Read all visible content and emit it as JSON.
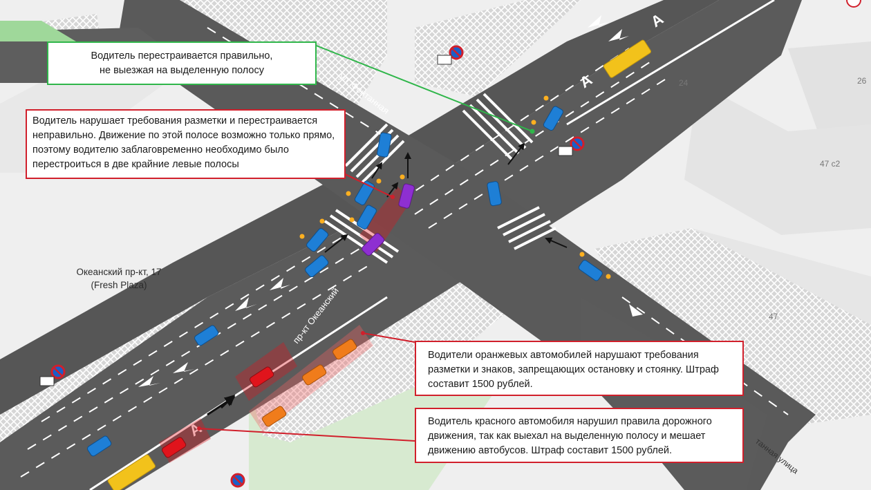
{
  "callouts": {
    "green": "Водитель перестраивается правильно,\nне выезжая на выделенную полосу",
    "purple": "Водитель нарушает требования разметки и перестраивается неправильно. Движение по этой полосе возможно только прямо, поэтому водителю заблаговременно необходимо было перестроиться в две крайние левые полосы",
    "orange": "Водители оранжевых автомобилей нарушают требования разметки и знаков, запрещающих остановку и стоянку. Штраф составит 1500 рублей.",
    "red": "Водитель красного автомобиля нарушил правила дорожного движения, так как выехал на выделенную полосу и мешает движению автобусов. Штраф составит 1500 рублей."
  },
  "labels": {
    "place_name": "Океанский пр-кт, 17",
    "place_sub": "(Fresh Plaza)",
    "street_fontannaya": "ул. Фонтанная",
    "street_okeansky": "пр-кт Океанский",
    "street_bottom": "танная улица"
  },
  "buildings": {
    "b24": "24",
    "b26": "26",
    "b47c2": "47 с2",
    "b47": "47"
  },
  "colors": {
    "correct": "#2fb64a",
    "violation": "#d11f2b",
    "road": "#5a5a5a",
    "crosswalk": "#c9c9c9",
    "bus": "#f2c21b",
    "car_blue": "#1e7fd6",
    "car_purple": "#8e2fd1",
    "car_orange": "#f07c1b",
    "car_red": "#e0141c"
  }
}
